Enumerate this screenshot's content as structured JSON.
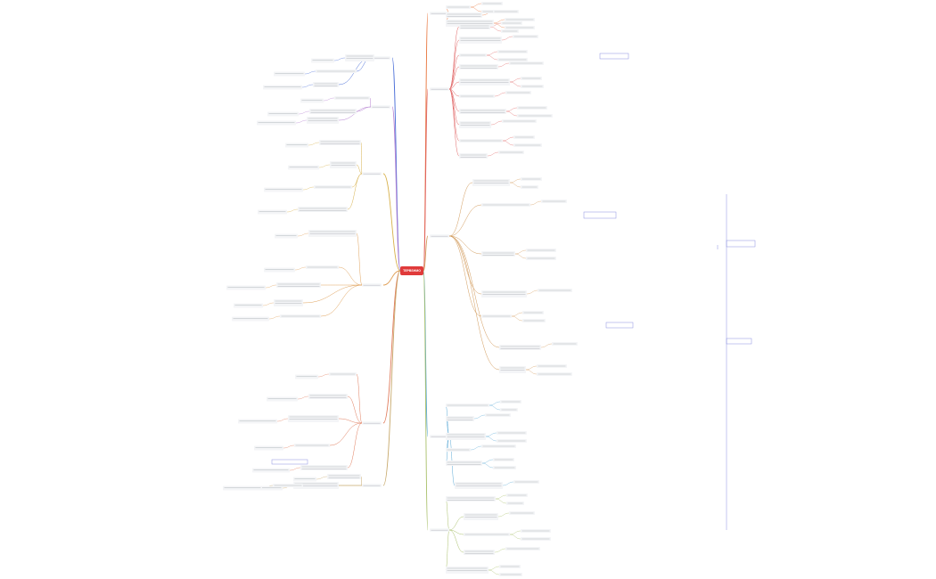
{
  "center": {
    "label": "TEPBSHMO"
  },
  "colors": {
    "center": "#e03a3a",
    "node_text": "#c9ccd1",
    "node_fill": "#f4f5f7",
    "box_stroke": "#8a8fe0"
  },
  "branches": [
    {
      "id": "r1",
      "side": "right",
      "color": "#e8743b"
    },
    {
      "id": "r2",
      "side": "right",
      "color": "#e06262"
    },
    {
      "id": "r3",
      "side": "right",
      "color": "#d29a5a"
    },
    {
      "id": "r4",
      "side": "right",
      "color": "#5aa9d6"
    },
    {
      "id": "r5",
      "side": "right",
      "color": "#a9c06a"
    },
    {
      "id": "l1",
      "side": "left",
      "color": "#4b6fd8"
    },
    {
      "id": "l2",
      "side": "left",
      "color": "#b57fd1"
    },
    {
      "id": "l3",
      "side": "left",
      "color": "#d7b04a"
    },
    {
      "id": "l4",
      "side": "left",
      "color": "#e0a15a"
    },
    {
      "id": "l5",
      "side": "left",
      "color": "#e07a5a"
    },
    {
      "id": "l6",
      "side": "left",
      "color": "#c7a86a"
    }
  ]
}
